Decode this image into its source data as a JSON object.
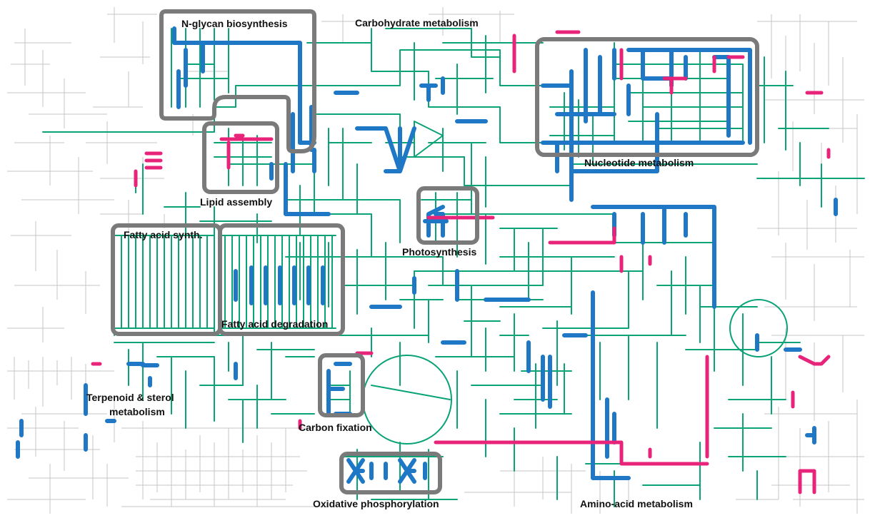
{
  "colors": {
    "background": "#ffffff",
    "inactive": "#c6c6c6",
    "pathway": "#0aa277",
    "highlight_blue": "#1f78c6",
    "highlight_pink": "#e8237a",
    "module_box": "#7a7a7a",
    "label": "#111111"
  },
  "labels": {
    "n_glycan": "N-glycan biosynthesis",
    "carbohydrate": "Carbohydrate metabolism",
    "nucleotide": "Nucleotide metabolism",
    "lipid_assembly": "Lipid assembly",
    "photosynthesis": "Photosynthesis",
    "fatty_acid_synth": "Fatty acid synth.",
    "fatty_acid_degradation": "Fatty acid degradation",
    "terpenoid_line1": "Terpenoid & sterol",
    "terpenoid_line2": "metabolism",
    "carbon_fixation": "Carbon fixation",
    "oxidative_phosphorylation": "Oxidative phosphorylation",
    "amino_acid": "Amino-acid metabolism"
  }
}
